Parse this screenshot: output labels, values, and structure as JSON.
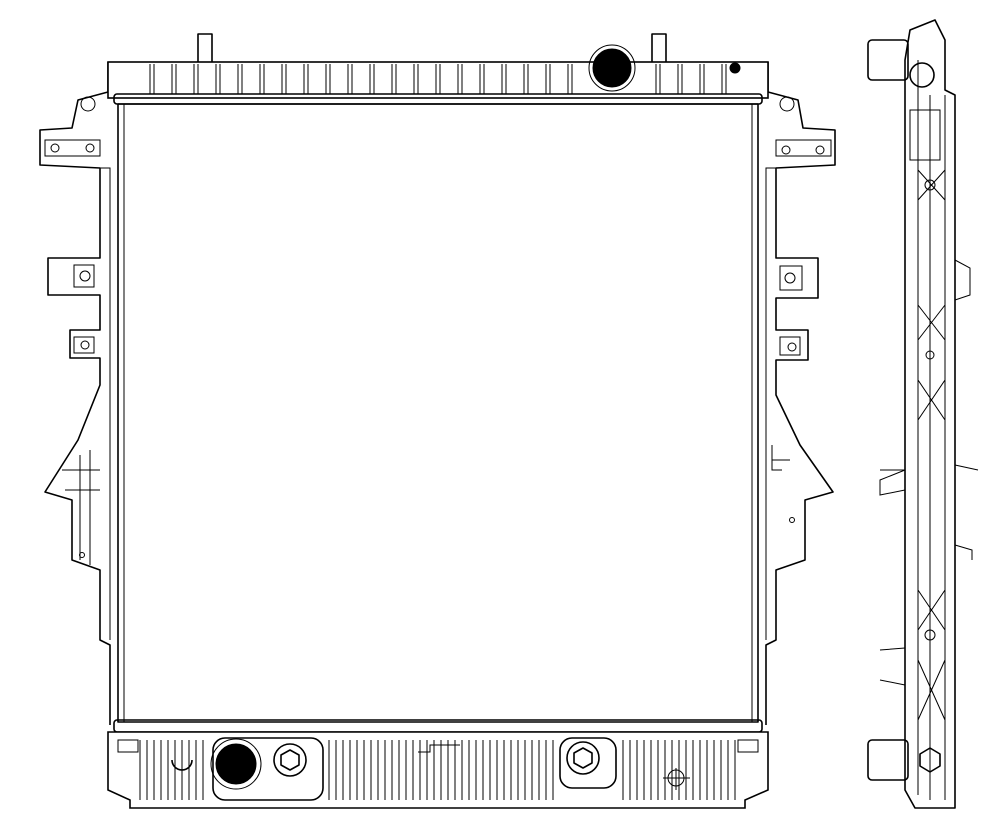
{
  "drawing": {
    "subject": "radiator",
    "views": [
      "front-view",
      "side-view"
    ],
    "line_color": "#000000",
    "background_color": "#ffffff"
  }
}
